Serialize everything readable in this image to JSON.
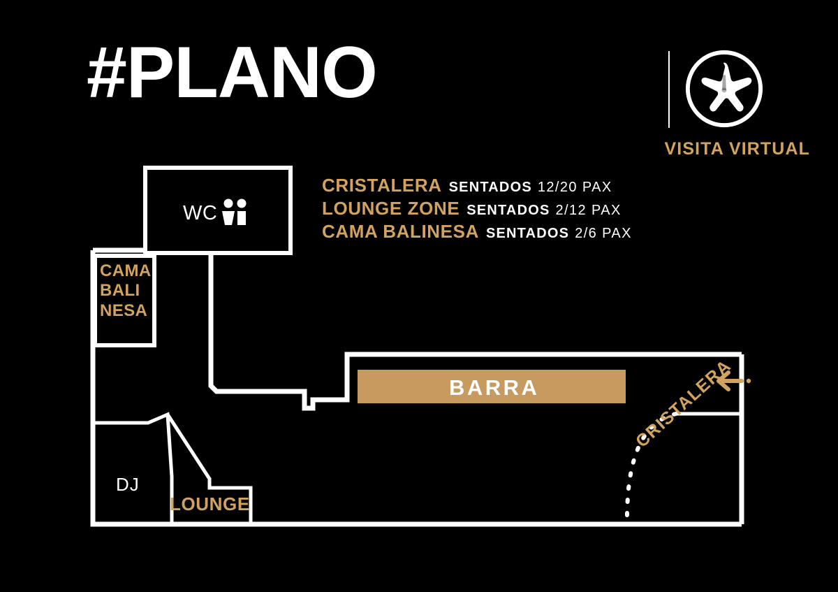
{
  "header": {
    "title": "#PLANO",
    "brand": {
      "logo_icon": "starfish-circle-icon",
      "divider": "vertical-divider",
      "caption": "VISITA VIRTUAL"
    }
  },
  "legend": {
    "rows": [
      {
        "zone": "CRISTALERA",
        "seated_label": "SENTADOS",
        "capacity": "12/20 PAX"
      },
      {
        "zone": "LOUNGE ZONE",
        "seated_label": "SENTADOS",
        "capacity": "2/12 PAX"
      },
      {
        "zone": "CAMA BALINESA",
        "seated_label": "SENTADOS",
        "capacity": "2/6 PAX"
      }
    ]
  },
  "plan": {
    "rooms": {
      "wc": {
        "label": "WC",
        "icon": "restroom-icon"
      },
      "cama_balinesa": {
        "line1": "CAMA",
        "line2": "BALI",
        "line3": "NESA"
      },
      "dj": {
        "label": "DJ"
      },
      "lounge": {
        "label": "LOUNGE"
      },
      "barra": {
        "label": "BARRA"
      },
      "cristalera": {
        "label": "CRISTALERA"
      }
    },
    "entrance": {
      "icon": "left-arrow-icon"
    }
  },
  "colors": {
    "background": "#000000",
    "wall": "#ffffff",
    "gold": "#d2a35e",
    "barra_fill": "#c79a5f",
    "text_light": "#ffffff"
  }
}
